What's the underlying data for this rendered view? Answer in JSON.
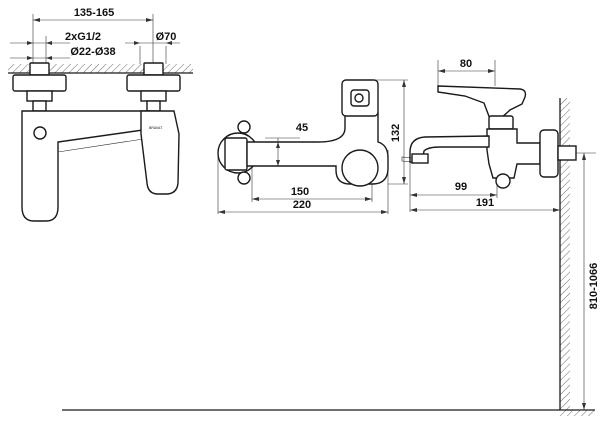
{
  "dimensions": {
    "inlet_spacing": "135-165",
    "thread": "2xG1/2",
    "pipe_diameter": "Ø22-Ø38",
    "flange_diameter": "Ø70",
    "height_45": "45",
    "length_150": "150",
    "total_depth": "220",
    "height_132": "132",
    "handle_80": "80",
    "spout_99": "99",
    "projection": "191",
    "install_height": "810-1066"
  },
  "brand_mark": "BRAVAT"
}
